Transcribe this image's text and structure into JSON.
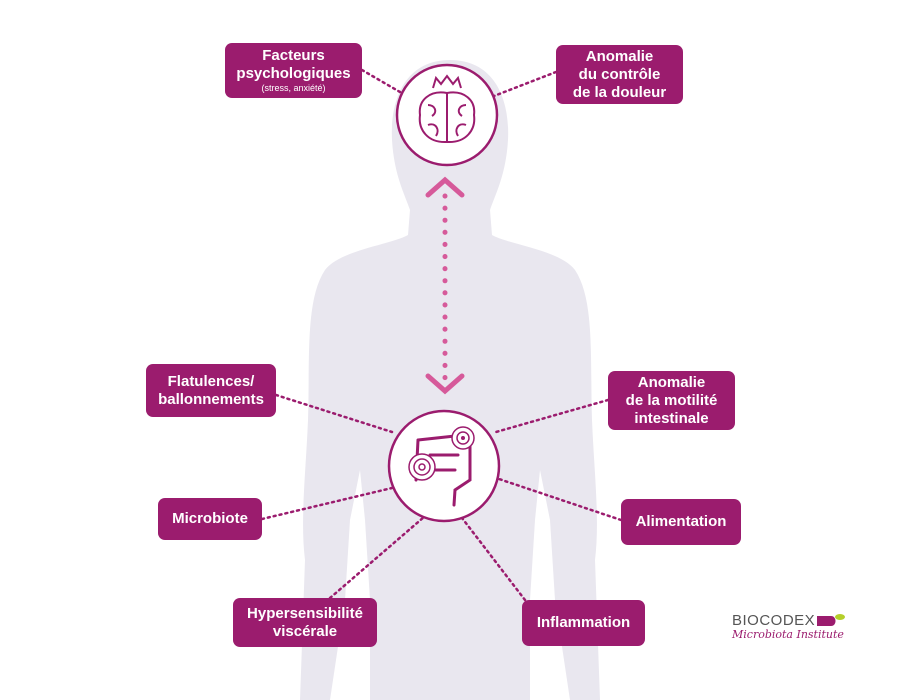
{
  "colors": {
    "accent": "#9b1c6e",
    "arrow": "#d65a9a",
    "silhouette": "#e9e7ef"
  },
  "labels": {
    "psycho": {
      "line1": "Facteurs",
      "line2": "psychologiques",
      "sub": "(stress, anxiété)"
    },
    "douleur": {
      "line1": "Anomalie",
      "line2": "du contrôle",
      "line3": "de la douleur"
    },
    "flatulences": {
      "line1": "Flatulences/",
      "line2": "ballonnements"
    },
    "motilite": {
      "line1": "Anomalie",
      "line2": "de la motilité",
      "line3": "intestinale"
    },
    "microbiote": "Microbiote",
    "alimentation": "Alimentation",
    "hypersensibilite": {
      "line1": "Hypersensibilité",
      "line2": "viscérale"
    },
    "inflammation": "Inflammation"
  },
  "logo": {
    "brand": "BIOCODEX",
    "tagline": "Microbiota Institute"
  },
  "icons": [
    "brain-icon",
    "intestine-icon",
    "bidirectional-arrow-icon"
  ]
}
